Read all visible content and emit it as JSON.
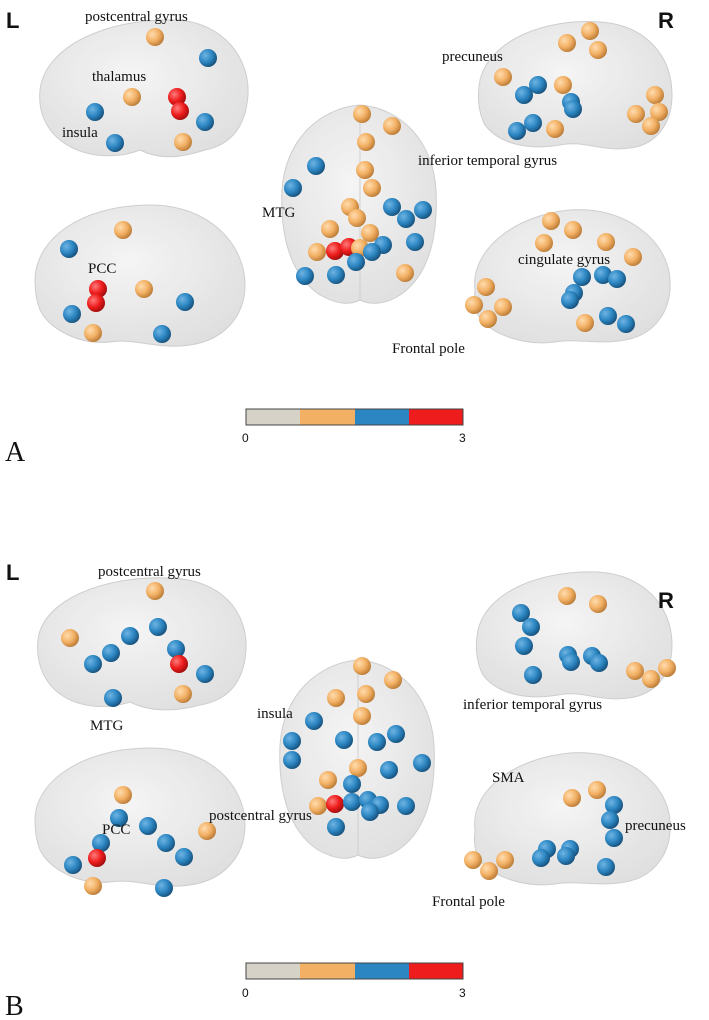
{
  "colors": {
    "scale_0": "#d6d2c8",
    "scale_1": "#f2b064",
    "scale_2": "#2c86c2",
    "scale_3": "#ee1c1c",
    "brain": "#e4e4e4"
  },
  "colorbar": {
    "min_label": "0",
    "max_label": "3"
  },
  "panels": [
    {
      "letter": "A",
      "left_hemi": "L",
      "right_hemi": "R",
      "labels": {
        "postcentral": "postcentral gyrus",
        "thalamus": "thalamus",
        "insula": "insula",
        "pcc": "PCC",
        "mtg": "MTG",
        "precuneus": "precuneus",
        "inferior_temporal": "inferior temporal gyrus",
        "cingulate": "cingulate gyrus",
        "frontal_pole": "Frontal pole"
      }
    },
    {
      "letter": "B",
      "left_hemi": "L",
      "right_hemi": "R",
      "labels": {
        "postcentral_lat": "postcentral gyrus",
        "mtg": "MTG",
        "pcc": "PCC",
        "insula": "insula",
        "postcentral_ax": "postcentral gyrus",
        "inferior_temporal": "inferior temporal gyrus",
        "sma": "SMA",
        "precuneus": "precuneus",
        "frontal_pole": "Frontal pole"
      }
    }
  ]
}
